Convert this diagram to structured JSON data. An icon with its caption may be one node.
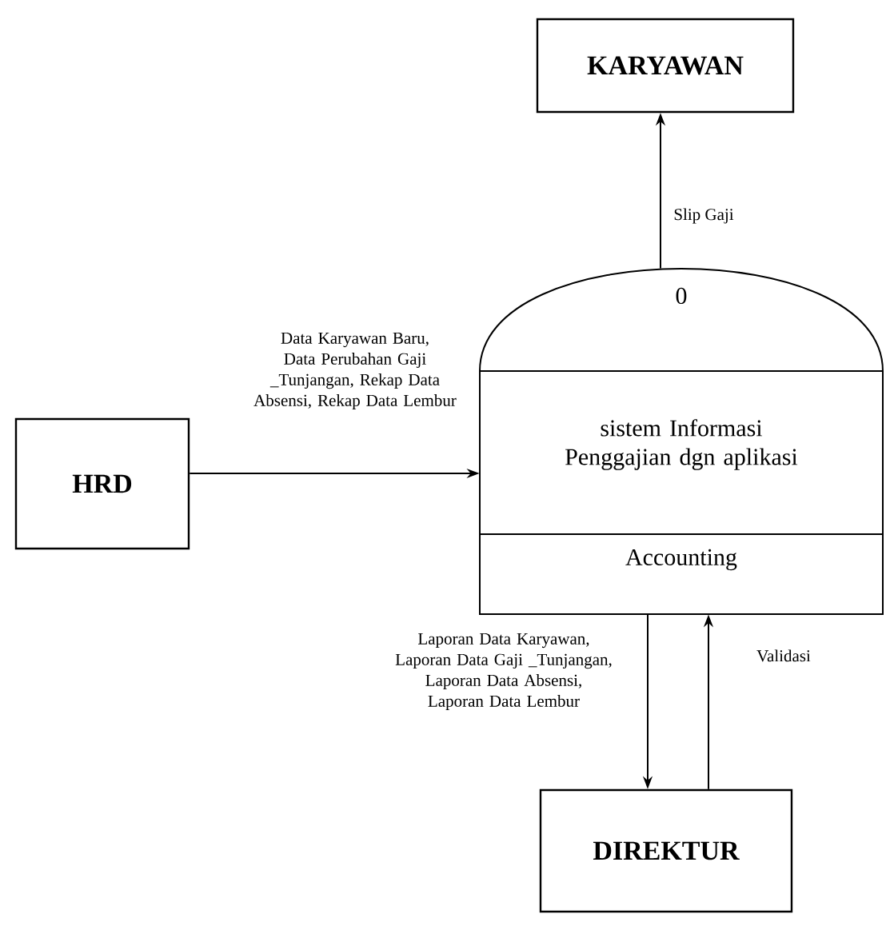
{
  "diagram": {
    "nodes": [
      {
        "text": [
          "KARYAWAN"
        ]
      },
      {
        "text": [
          "HRD"
        ]
      },
      {
        "text": [
          "0",
          "sistem Informasi Penggajian dgn aplikasi",
          "Accounting"
        ]
      },
      {
        "text": [
          "DIREKTUR"
        ]
      }
    ],
    "edges": [
      {
        "from": 2,
        "to": 0,
        "arrow": "to",
        "label": "Slip Gaji"
      },
      {
        "from": 1,
        "to": 2,
        "arrow": "to",
        "label": "Data Karyawan Baru, Data Perubahan Gaji _Tunjangan, Rekap Data Absensi, Rekap Data Lembur"
      },
      {
        "from": 2,
        "to": 3,
        "arrow": "to",
        "label": "Laporan Data Karyawan, Laporan Data Gaji _Tunjangan, Laporan Data Absensi, Laporan Data Lembur"
      },
      {
        "from": 3,
        "to": 2,
        "arrow": "to",
        "label": "Validasi"
      }
    ]
  }
}
